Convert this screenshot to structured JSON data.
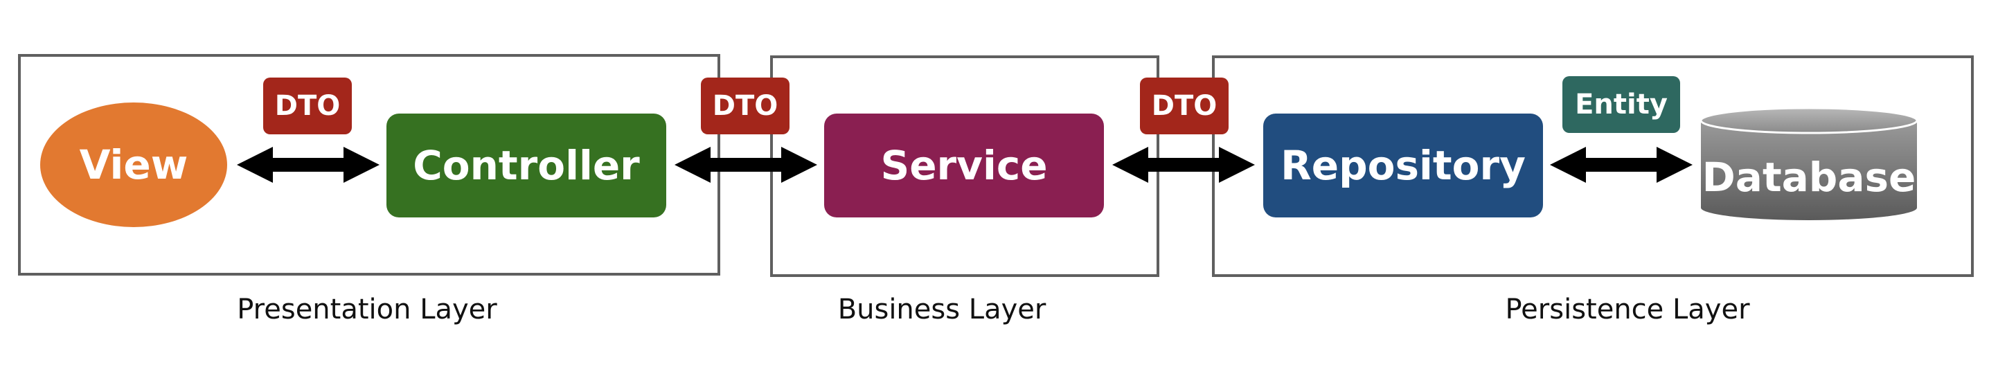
{
  "layers": {
    "presentation": "Presentation Layer",
    "business": "Business Layer",
    "persistence": "Persistence Layer"
  },
  "nodes": {
    "view": "View",
    "controller": "Controller",
    "service": "Service",
    "repository": "Repository",
    "database": "Database"
  },
  "tags": {
    "dto_1": "DTO",
    "dto_2": "DTO",
    "dto_3": "DTO",
    "entity": "Entity"
  },
  "colors": {
    "view": "#E27930",
    "controller": "#367121",
    "service": "#8A1F51",
    "repository": "#214D7F",
    "dto": "#A3261B",
    "entity": "#2E6860",
    "database": "#8A8A8A",
    "border": "#5F5F5F",
    "arrow": "#000000"
  }
}
